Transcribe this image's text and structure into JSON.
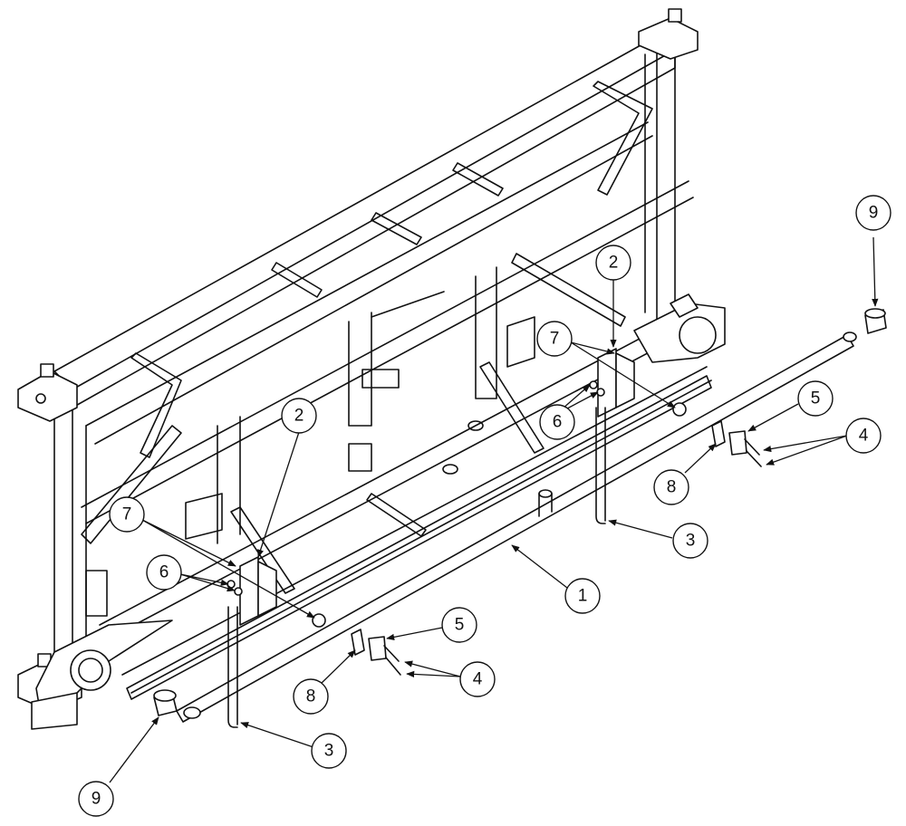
{
  "callouts": [
    {
      "id": "c1",
      "label": "1"
    },
    {
      "id": "c2a",
      "label": "2"
    },
    {
      "id": "c2b",
      "label": "2"
    },
    {
      "id": "c3a",
      "label": "3"
    },
    {
      "id": "c3b",
      "label": "3"
    },
    {
      "id": "c4a",
      "label": "4"
    },
    {
      "id": "c4b",
      "label": "4"
    },
    {
      "id": "c5a",
      "label": "5"
    },
    {
      "id": "c5b",
      "label": "5"
    },
    {
      "id": "c6a",
      "label": "6"
    },
    {
      "id": "c6b",
      "label": "6"
    },
    {
      "id": "c7a",
      "label": "7"
    },
    {
      "id": "c7b",
      "label": "7"
    },
    {
      "id": "c8a",
      "label": "8"
    },
    {
      "id": "c8b",
      "label": "8"
    },
    {
      "id": "c9a",
      "label": "9"
    },
    {
      "id": "c9b",
      "label": "9"
    }
  ]
}
